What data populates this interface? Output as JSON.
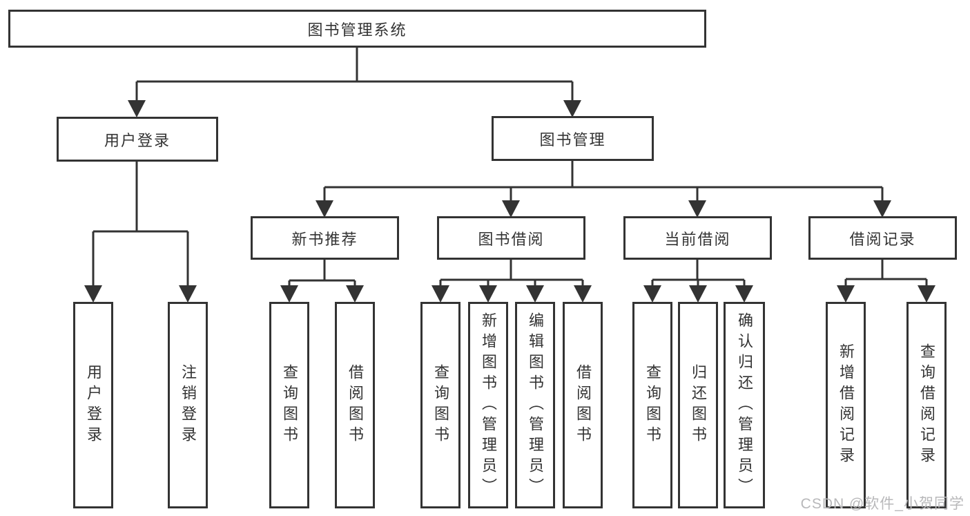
{
  "tree": {
    "root": "图书管理系统",
    "login_branch": {
      "label": "用户登录",
      "leaves": [
        "用户登录",
        "注销登录"
      ]
    },
    "mgmt_branch": {
      "label": "图书管理",
      "sections": [
        {
          "label": "新书推荐",
          "leaves": [
            "查询图书",
            "借阅图书"
          ]
        },
        {
          "label": "图书借阅",
          "leaves": [
            "查询图书",
            "新增图书（管理员）",
            "编辑图书（管理员）",
            "借阅图书"
          ]
        },
        {
          "label": "当前借阅",
          "leaves": [
            "查询图书",
            "归还图书",
            "确认归还（管理员）"
          ]
        },
        {
          "label": "借阅记录",
          "leaves": [
            "新增借阅记录",
            "查询借阅记录"
          ]
        }
      ]
    }
  },
  "colors": {
    "line": "#333333",
    "box_background": "#ffffff",
    "text": "#333333",
    "watermark": "#b8b8ba"
  },
  "watermark": "CSDN @软件_小贺同学"
}
